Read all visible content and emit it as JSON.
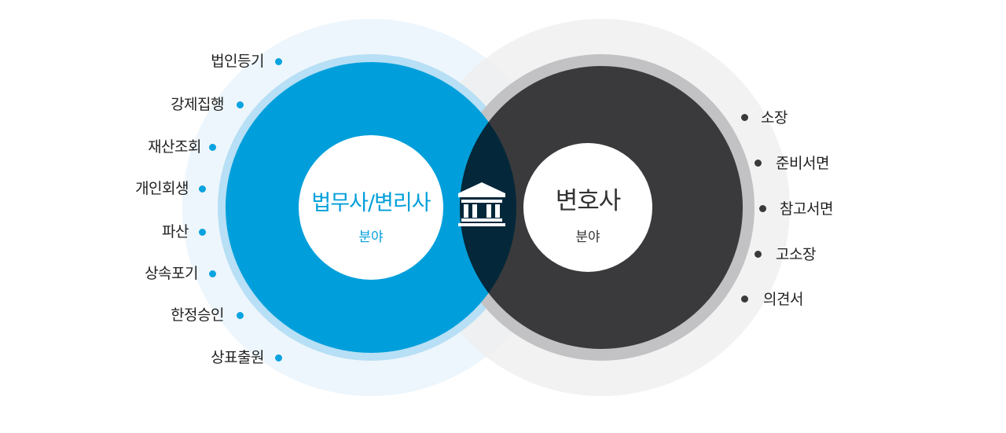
{
  "left_circle": {
    "title": "법무사/변리사",
    "subtitle": "분야",
    "color": "#009fdb",
    "items": [
      "법인등기",
      "강제집행",
      "재산조회",
      "개인회생",
      "파산",
      "상속포기",
      "한정승인",
      "상표출원"
    ]
  },
  "right_circle": {
    "title": "변호사",
    "subtitle": "분야",
    "color": "#3a3a3c",
    "items": [
      "소장",
      "준비서면",
      "참고서면",
      "고소장",
      "의견서"
    ]
  },
  "overlap": {
    "icon": "courthouse-icon",
    "color": "#04283a"
  },
  "colors": {
    "left_dot": "#0aa3e0",
    "right_dot": "#3a3a3a",
    "text": "#222222"
  }
}
